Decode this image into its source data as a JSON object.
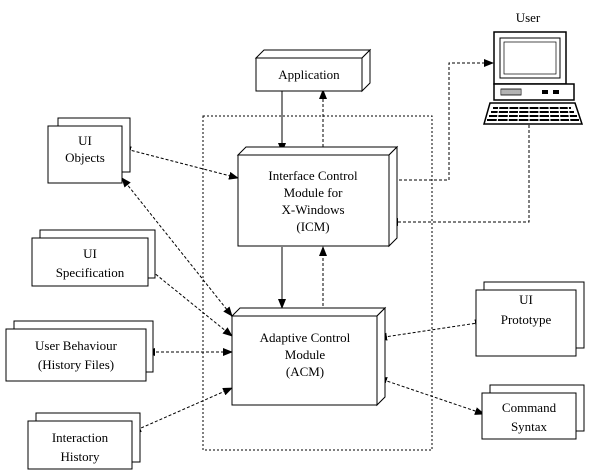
{
  "nodes": {
    "user": {
      "label": "User"
    },
    "application": {
      "label": "Application"
    },
    "icm": {
      "lines": [
        "Interface Control",
        "Module for",
        "X-Windows",
        "(ICM)"
      ]
    },
    "acm": {
      "lines": [
        "Adaptive Control",
        "Module",
        "(ACM)"
      ]
    },
    "ui_objects": {
      "lines": [
        "UI",
        "Objects"
      ]
    },
    "ui_specification": {
      "lines": [
        "UI",
        "Specification"
      ]
    },
    "user_behaviour": {
      "lines": [
        "User Behaviour",
        "(History Files)"
      ]
    },
    "interaction_history": {
      "lines": [
        "Interaction",
        "History"
      ]
    },
    "ui_prototype": {
      "lines": [
        "UI",
        "Prototype"
      ]
    },
    "command_syntax": {
      "lines": [
        "Command",
        "Syntax"
      ]
    }
  },
  "colors": {
    "stroke": "#000000",
    "background": "#ffffff"
  },
  "icons": {
    "computer": "computer-icon"
  }
}
